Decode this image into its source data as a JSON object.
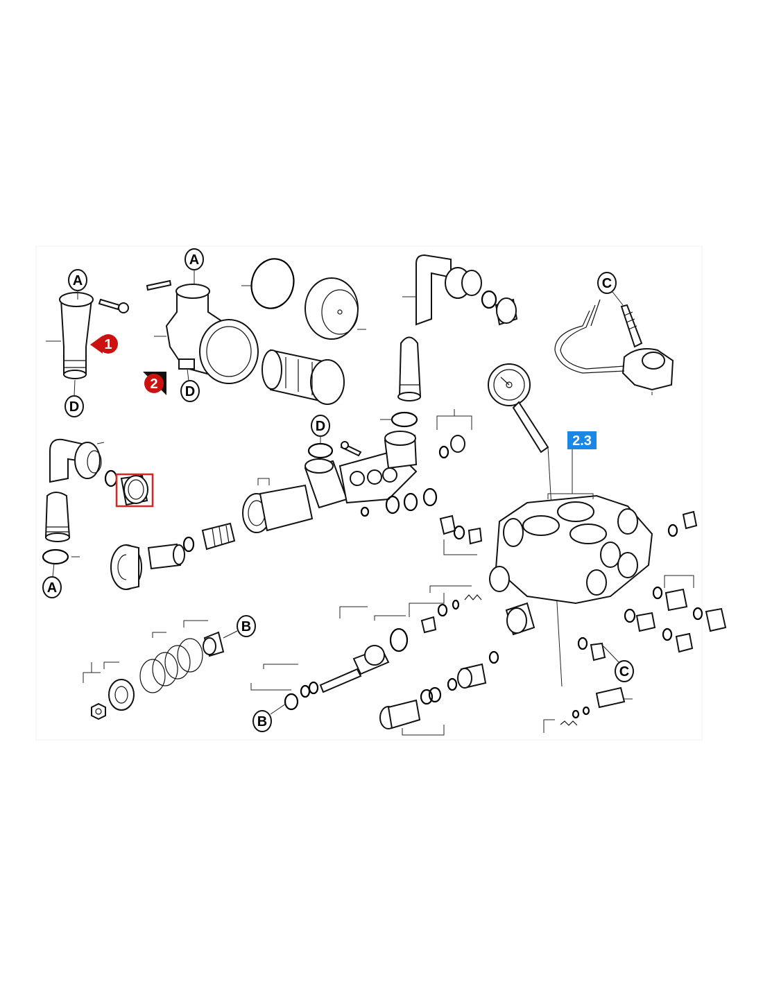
{
  "connectors": {
    "a_top_left": "A",
    "a_top_mid": "A",
    "a_bottom_left": "A",
    "d_left": "D",
    "d_mid": "D",
    "d_center": "D",
    "c_top_right": "C",
    "c_lower_right": "C",
    "b_upper": "B",
    "b_lower": "B"
  },
  "markers": {
    "marker_1": "1",
    "marker_2": "2"
  },
  "callouts": {
    "assembly_ref": "2.3"
  },
  "colors": {
    "marker_red": "#cc1111",
    "highlight_red": "#dd2222",
    "callout_blue": "#1a86e6",
    "line": "#111111"
  },
  "icons": {
    "marker_1": "red-arrow-badge-icon",
    "marker_2": "red-arrow-badge-icon",
    "highlight": "selection-box-icon"
  }
}
